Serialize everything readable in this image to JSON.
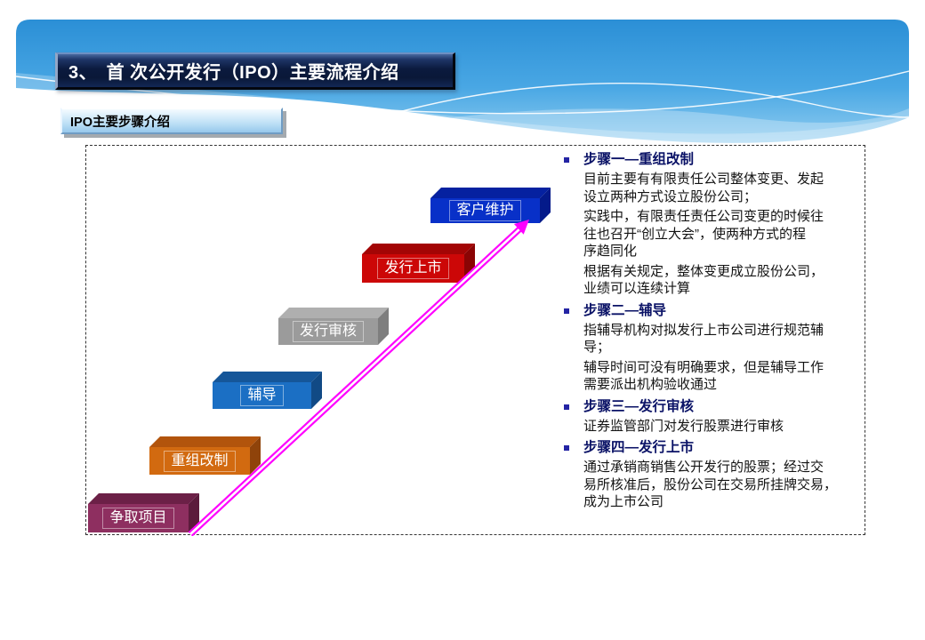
{
  "header": {
    "title": "3、　首 次公开发行（IPO）主要流程介绍",
    "subtitle": "IPO主要步骤介绍"
  },
  "diagram": {
    "arrow_color": "#FF00FF",
    "steps": [
      {
        "label": "争取项目",
        "front": "#8E2F60",
        "top": "#6C2047",
        "side": "#5C1B3C"
      },
      {
        "label": "重组改制",
        "front": "#D26A10",
        "top": "#B2540C",
        "side": "#8F430A"
      },
      {
        "label": "辅导",
        "front": "#1B6FC4",
        "top": "#155699",
        "side": "#114A85"
      },
      {
        "label": "发行审核",
        "front": "#9B9B9B",
        "top": "#AFAFAF",
        "side": "#7E7E7E"
      },
      {
        "label": "发行上市",
        "front": "#CC0707",
        "top": "#A30505",
        "side": "#8A0404"
      },
      {
        "label": "客户维护",
        "front": "#0830C8",
        "top": "#0521A0",
        "side": "#041A8A"
      }
    ]
  },
  "notes": [
    {
      "heading": "步骤一—重组改制",
      "paragraphs": [
        "目前主要有有限责任公司整体变更、发起\n设立两种方式设立股份公司；",
        "实践中，有限责任责任公司变更的时候往\n往也召开“创立大会”，使两种方式的程\n序趋同化",
        "根据有关规定，整体变更成立股份公司，\n业绩可以连续计算"
      ]
    },
    {
      "heading": "步骤二—辅导",
      "paragraphs": [
        "指辅导机构对拟发行上市公司进行规范辅\n导；",
        "辅导时间可没有明确要求，但是辅导工作\n需要派出机构验收通过"
      ]
    },
    {
      "heading": "步骤三—发行审核",
      "paragraphs": [
        "证券监管部门对发行股票进行审核"
      ]
    },
    {
      "heading": "步骤四—发行上市",
      "paragraphs": [
        "通过承销商销售公开发行的股票；经过交\n易所核准后，股份公司在交易所挂牌交易，\n成为上市公司"
      ]
    }
  ]
}
